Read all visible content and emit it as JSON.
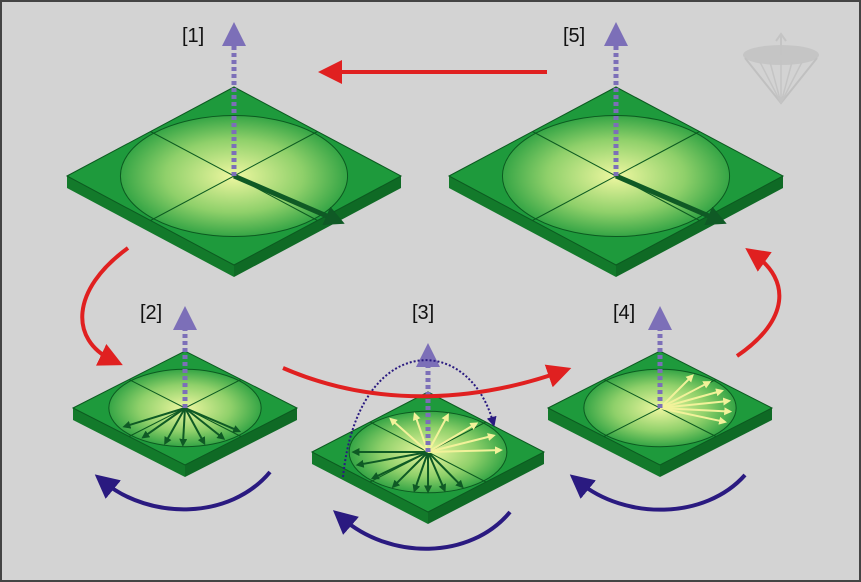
{
  "labels": {
    "step1": "[1]",
    "step2": "[2]",
    "step3": "[3]",
    "step4": "[4]",
    "step5": "[5]"
  },
  "colors": {
    "background": "#d3d3d3",
    "platform": "#1e9a3c",
    "platform_side": "#137a2b",
    "ellipse_center": "#e6f59a",
    "spin_axis": "#7c6fb8",
    "moment": "#0f5a25",
    "excited_moment": "#f2f29a",
    "process_arrow": "#e02020",
    "precession_arrow": "#2a1a80"
  },
  "icons": {
    "logo": "globe-cone-logo"
  }
}
